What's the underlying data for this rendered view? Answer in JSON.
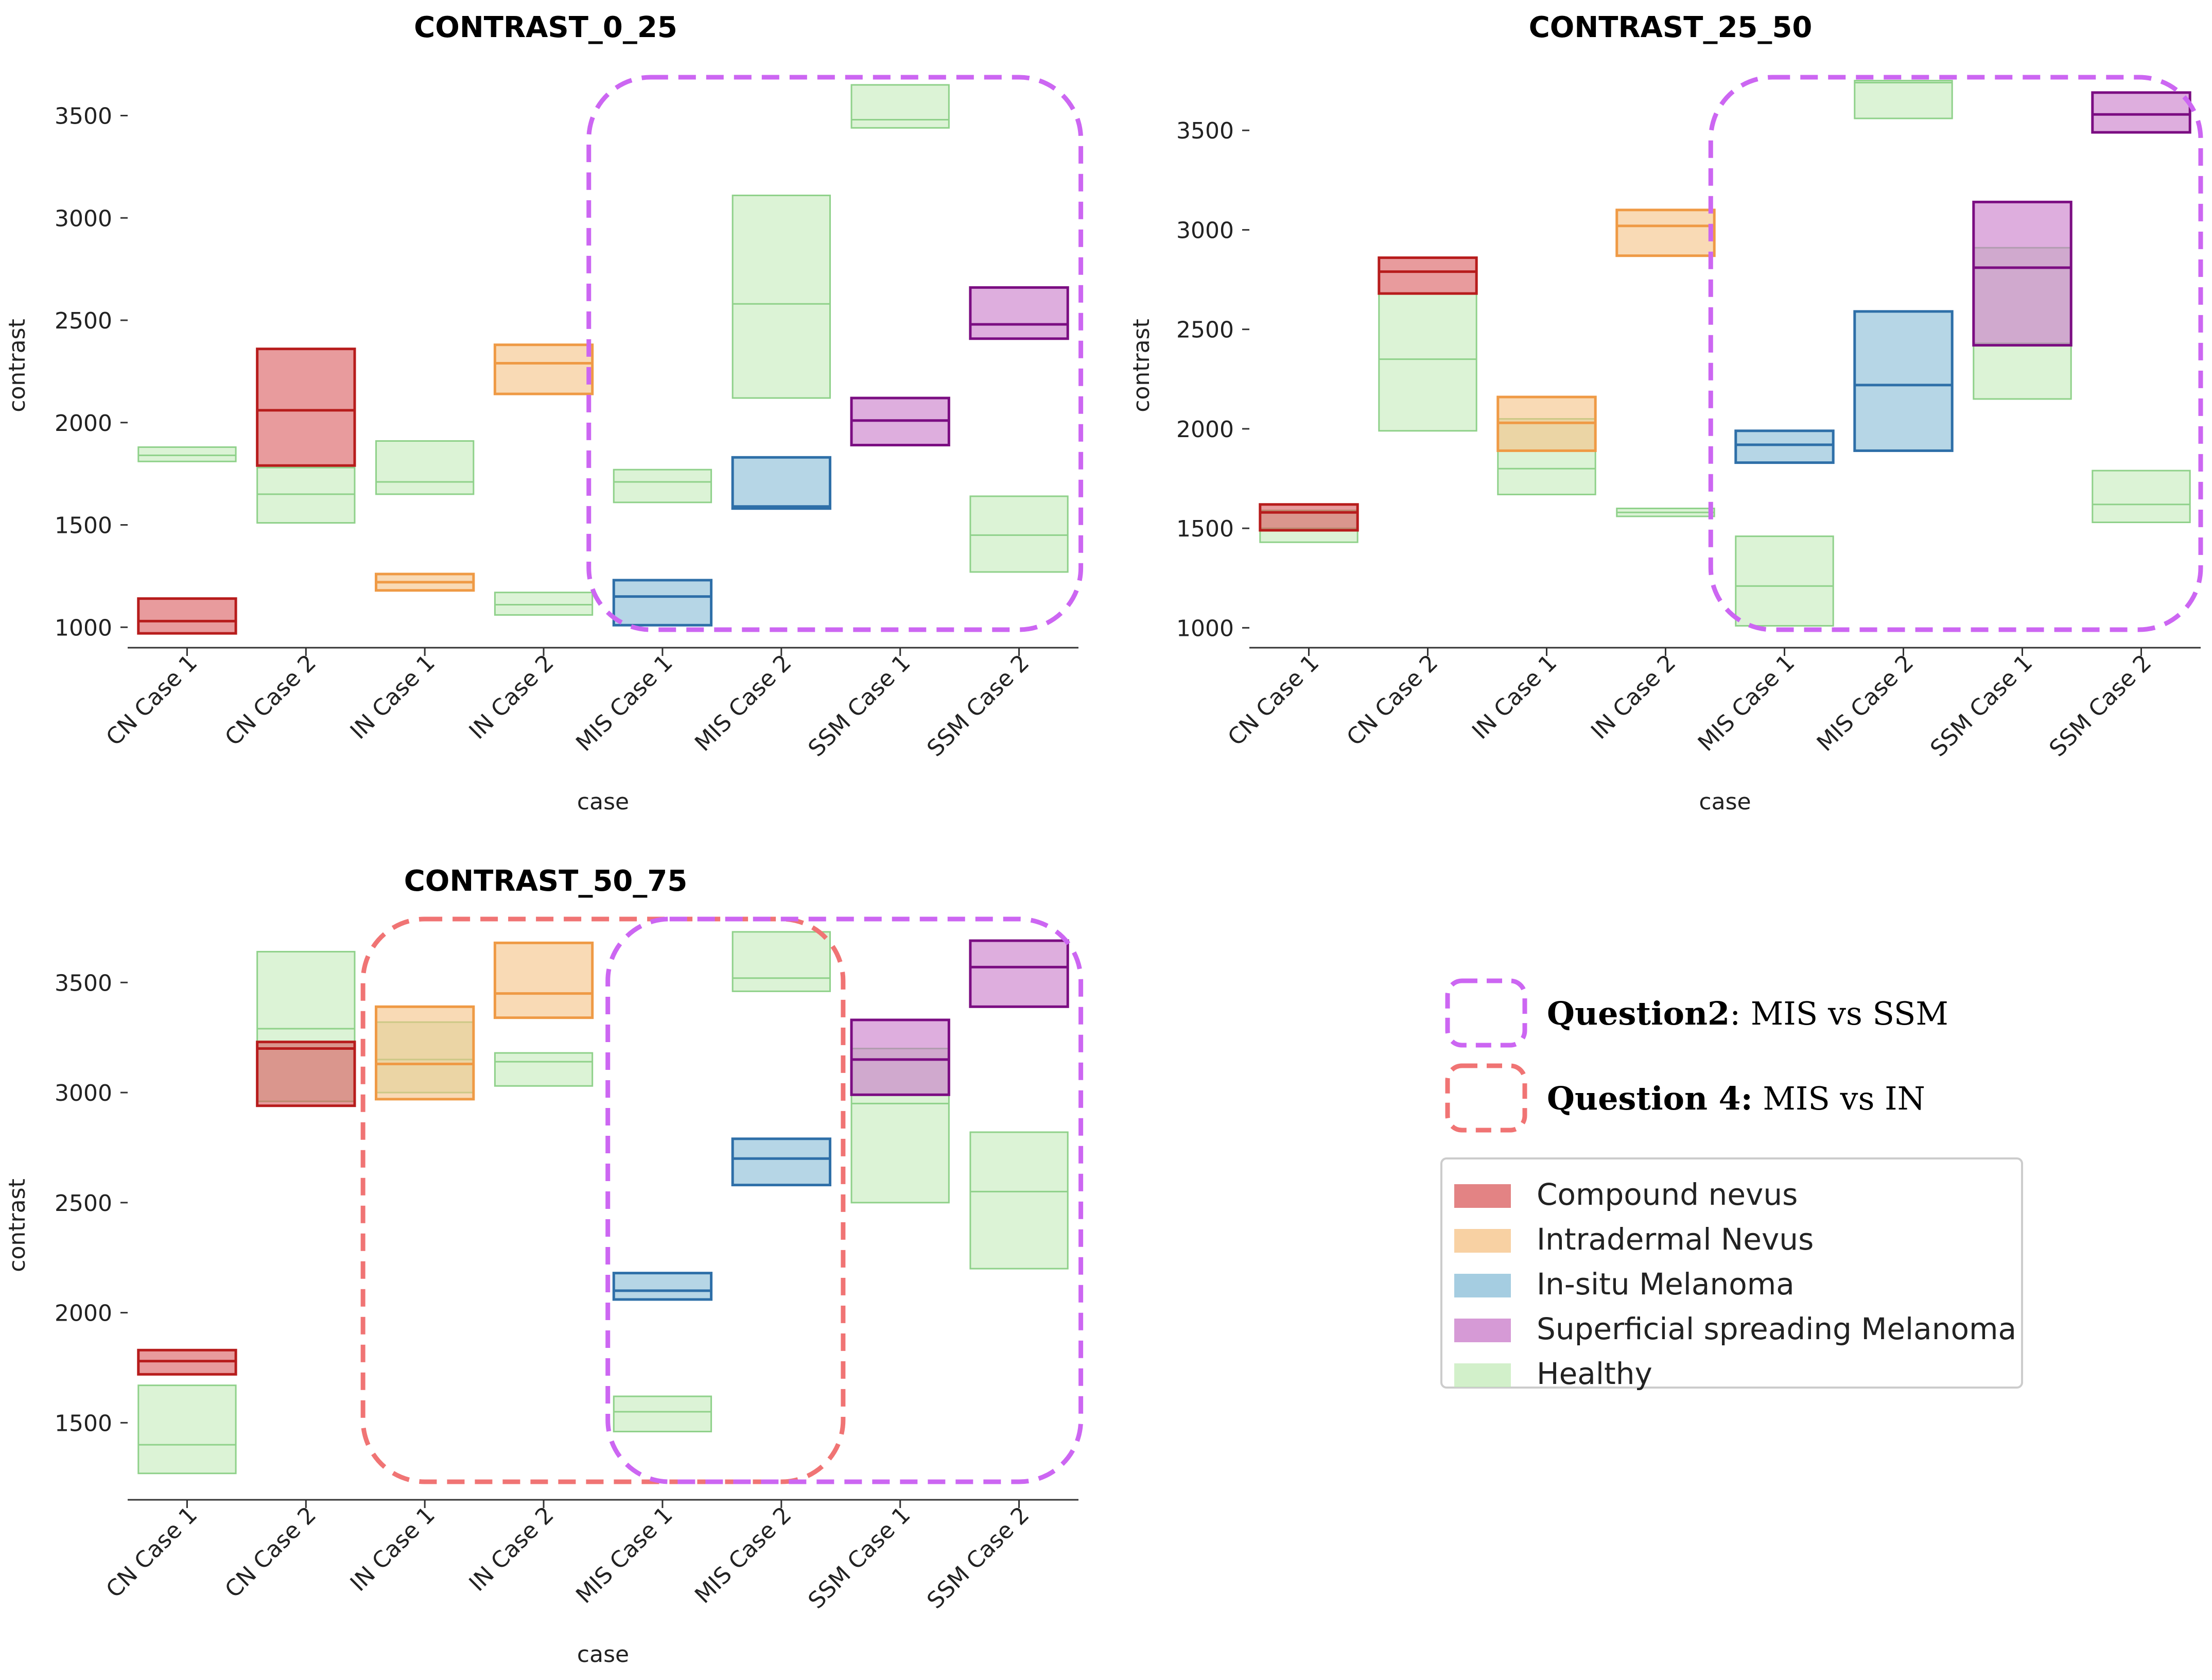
{
  "chart_data": [
    {
      "type": "box",
      "title": "CONTRAST_0_25",
      "xlabel": "case",
      "ylabel": "contrast",
      "categories": [
        "CN Case 1",
        "CN Case 2",
        "IN Case 1",
        "IN Case 2",
        "MIS Case 1",
        "MIS Case 2",
        "SSM Case 1",
        "SSM Case 2"
      ],
      "yticks": [
        1000,
        1500,
        2000,
        2500,
        3000,
        3500
      ],
      "ylim": [
        900,
        3700
      ],
      "boxes": [
        {
          "cat": 0,
          "group": "healthy",
          "q1": 1810,
          "median": 1840,
          "q3": 1880
        },
        {
          "cat": 0,
          "group": "compound",
          "q1": 970,
          "median": 1030,
          "q3": 1140
        },
        {
          "cat": 1,
          "group": "healthy",
          "q1": 1510,
          "median": 1650,
          "q3": 1780
        },
        {
          "cat": 1,
          "group": "compound",
          "q1": 1790,
          "median": 2060,
          "q3": 2360
        },
        {
          "cat": 2,
          "group": "healthy",
          "q1": 1650,
          "median": 1710,
          "q3": 1910
        },
        {
          "cat": 2,
          "group": "intradermal",
          "q1": 1180,
          "median": 1220,
          "q3": 1260
        },
        {
          "cat": 3,
          "group": "healthy",
          "q1": 1060,
          "median": 1110,
          "q3": 1170
        },
        {
          "cat": 3,
          "group": "intradermal",
          "q1": 2140,
          "median": 2290,
          "q3": 2380
        },
        {
          "cat": 4,
          "group": "healthy",
          "q1": 1610,
          "median": 1710,
          "q3": 1770
        },
        {
          "cat": 4,
          "group": "insitu",
          "q1": 1010,
          "median": 1150,
          "q3": 1230
        },
        {
          "cat": 5,
          "group": "healthy",
          "q1": 2120,
          "median": 2580,
          "q3": 3110
        },
        {
          "cat": 5,
          "group": "insitu",
          "q1": 1580,
          "median": 1590,
          "q3": 1830
        },
        {
          "cat": 6,
          "group": "healthy",
          "q1": 3440,
          "median": 3480,
          "q3": 3650
        },
        {
          "cat": 6,
          "group": "superficial",
          "q1": 1890,
          "median": 2010,
          "q3": 2120
        },
        {
          "cat": 7,
          "group": "healthy",
          "q1": 1270,
          "median": 1450,
          "q3": 1640
        },
        {
          "cat": 7,
          "group": "superficial",
          "q1": 2410,
          "median": 2480,
          "q3": 2660
        }
      ],
      "highlights": [
        {
          "question": "q2",
          "cat_from": 4,
          "cat_to": 7
        }
      ]
    },
    {
      "type": "box",
      "title": "CONTRAST_25_50",
      "xlabel": "case",
      "ylabel": "contrast",
      "categories": [
        "CN Case 1",
        "CN Case 2",
        "IN Case 1",
        "IN Case 2",
        "MIS Case 1",
        "MIS Case 2",
        "SSM Case 1",
        "SSM Case 2"
      ],
      "yticks": [
        1000,
        1500,
        2000,
        2500,
        3000,
        3500
      ],
      "ylim": [
        900,
        3780
      ],
      "boxes": [
        {
          "cat": 0,
          "group": "healthy",
          "q1": 1430,
          "median": 1500,
          "q3": 1590
        },
        {
          "cat": 0,
          "group": "compound",
          "q1": 1490,
          "median": 1580,
          "q3": 1620
        },
        {
          "cat": 1,
          "group": "healthy",
          "q1": 1990,
          "median": 2350,
          "q3": 2680
        },
        {
          "cat": 1,
          "group": "compound",
          "q1": 2680,
          "median": 2790,
          "q3": 2860
        },
        {
          "cat": 2,
          "group": "healthy",
          "q1": 1670,
          "median": 1800,
          "q3": 2050
        },
        {
          "cat": 2,
          "group": "intradermal",
          "q1": 1890,
          "median": 2030,
          "q3": 2160
        },
        {
          "cat": 3,
          "group": "healthy",
          "q1": 1560,
          "median": 1580,
          "q3": 1600
        },
        {
          "cat": 3,
          "group": "intradermal",
          "q1": 2870,
          "median": 3020,
          "q3": 3100
        },
        {
          "cat": 4,
          "group": "healthy",
          "q1": 1010,
          "median": 1210,
          "q3": 1460
        },
        {
          "cat": 4,
          "group": "insitu",
          "q1": 1830,
          "median": 1920,
          "q3": 1990
        },
        {
          "cat": 5,
          "group": "healthy",
          "q1": 3560,
          "median": 3740,
          "q3": 3750
        },
        {
          "cat": 5,
          "group": "insitu",
          "q1": 1890,
          "median": 2220,
          "q3": 2590
        },
        {
          "cat": 6,
          "group": "healthy",
          "q1": 2150,
          "median": 2430,
          "q3": 2910
        },
        {
          "cat": 6,
          "group": "superficial",
          "q1": 2420,
          "median": 2810,
          "q3": 3140
        },
        {
          "cat": 7,
          "group": "healthy",
          "q1": 1530,
          "median": 1620,
          "q3": 1790
        },
        {
          "cat": 7,
          "group": "superficial",
          "q1": 3490,
          "median": 3580,
          "q3": 3690
        }
      ],
      "highlights": [
        {
          "question": "q2",
          "cat_from": 4,
          "cat_to": 7
        }
      ]
    },
    {
      "type": "box",
      "title": "CONTRAST_50_75",
      "xlabel": "case",
      "ylabel": "contrast",
      "categories": [
        "CN Case 1",
        "CN Case 2",
        "IN Case 1",
        "IN Case 2",
        "MIS Case 1",
        "MIS Case 2",
        "SSM Case 1",
        "SSM Case 2"
      ],
      "yticks": [
        1500,
        2000,
        2500,
        3000,
        3500
      ],
      "ylim": [
        1150,
        3800
      ],
      "boxes": [
        {
          "cat": 0,
          "group": "healthy",
          "q1": 1270,
          "median": 1400,
          "q3": 1670
        },
        {
          "cat": 0,
          "group": "compound",
          "q1": 1720,
          "median": 1780,
          "q3": 1830
        },
        {
          "cat": 1,
          "group": "healthy",
          "q1": 2960,
          "median": 3290,
          "q3": 3640
        },
        {
          "cat": 1,
          "group": "compound",
          "q1": 2940,
          "median": 3200,
          "q3": 3230
        },
        {
          "cat": 2,
          "group": "healthy",
          "q1": 3000,
          "median": 3150,
          "q3": 3320
        },
        {
          "cat": 2,
          "group": "intradermal",
          "q1": 2970,
          "median": 3130,
          "q3": 3390
        },
        {
          "cat": 3,
          "group": "healthy",
          "q1": 3030,
          "median": 3140,
          "q3": 3180
        },
        {
          "cat": 3,
          "group": "intradermal",
          "q1": 3340,
          "median": 3450,
          "q3": 3680
        },
        {
          "cat": 4,
          "group": "healthy",
          "q1": 1460,
          "median": 1550,
          "q3": 1620
        },
        {
          "cat": 4,
          "group": "insitu",
          "q1": 2060,
          "median": 2100,
          "q3": 2180
        },
        {
          "cat": 5,
          "group": "healthy",
          "q1": 3460,
          "median": 3520,
          "q3": 3730
        },
        {
          "cat": 5,
          "group": "insitu",
          "q1": 2580,
          "median": 2700,
          "q3": 2790
        },
        {
          "cat": 6,
          "group": "healthy",
          "q1": 2500,
          "median": 2950,
          "q3": 3200
        },
        {
          "cat": 6,
          "group": "superficial",
          "q1": 2990,
          "median": 3150,
          "q3": 3330
        },
        {
          "cat": 7,
          "group": "healthy",
          "q1": 2200,
          "median": 2550,
          "q3": 2820
        },
        {
          "cat": 7,
          "group": "superficial",
          "q1": 3390,
          "median": 3570,
          "q3": 3690
        }
      ],
      "highlights": [
        {
          "question": "q4",
          "cat_from": 2,
          "cat_to": 5
        },
        {
          "question": "q2",
          "cat_from": 4,
          "cat_to": 7
        }
      ]
    }
  ],
  "groups": {
    "compound": {
      "label": "Compound nevus",
      "fill": "#d9595b",
      "edge": "#b71c1c",
      "opacity": 0.6
    },
    "intradermal": {
      "label": "Intradermal Nevus",
      "fill": "#f5c184",
      "edge": "#ef9a45",
      "opacity": 0.6
    },
    "insitu": {
      "label": "In-situ Melanoma",
      "fill": "#8fc0d9",
      "edge": "#2e6fa8",
      "opacity": 0.65
    },
    "superficial": {
      "label": "Superficial spreading Melanoma",
      "fill": "#c878c8",
      "edge": "#7b0d82",
      "opacity": 0.6
    },
    "healthy": {
      "label": "Healthy",
      "fill": "#bfeab4",
      "edge": "#8fd18a",
      "opacity": 0.55
    }
  },
  "legend_order": [
    "compound",
    "intradermal",
    "insitu",
    "superficial",
    "healthy"
  ],
  "questions": {
    "q2": {
      "bold": "Question2",
      "rest": ": MIS vs SSM",
      "color": "#cc66f2"
    },
    "q4": {
      "bold": "Question 4:",
      "rest": " MIS vs IN",
      "color": "#f07474"
    }
  }
}
